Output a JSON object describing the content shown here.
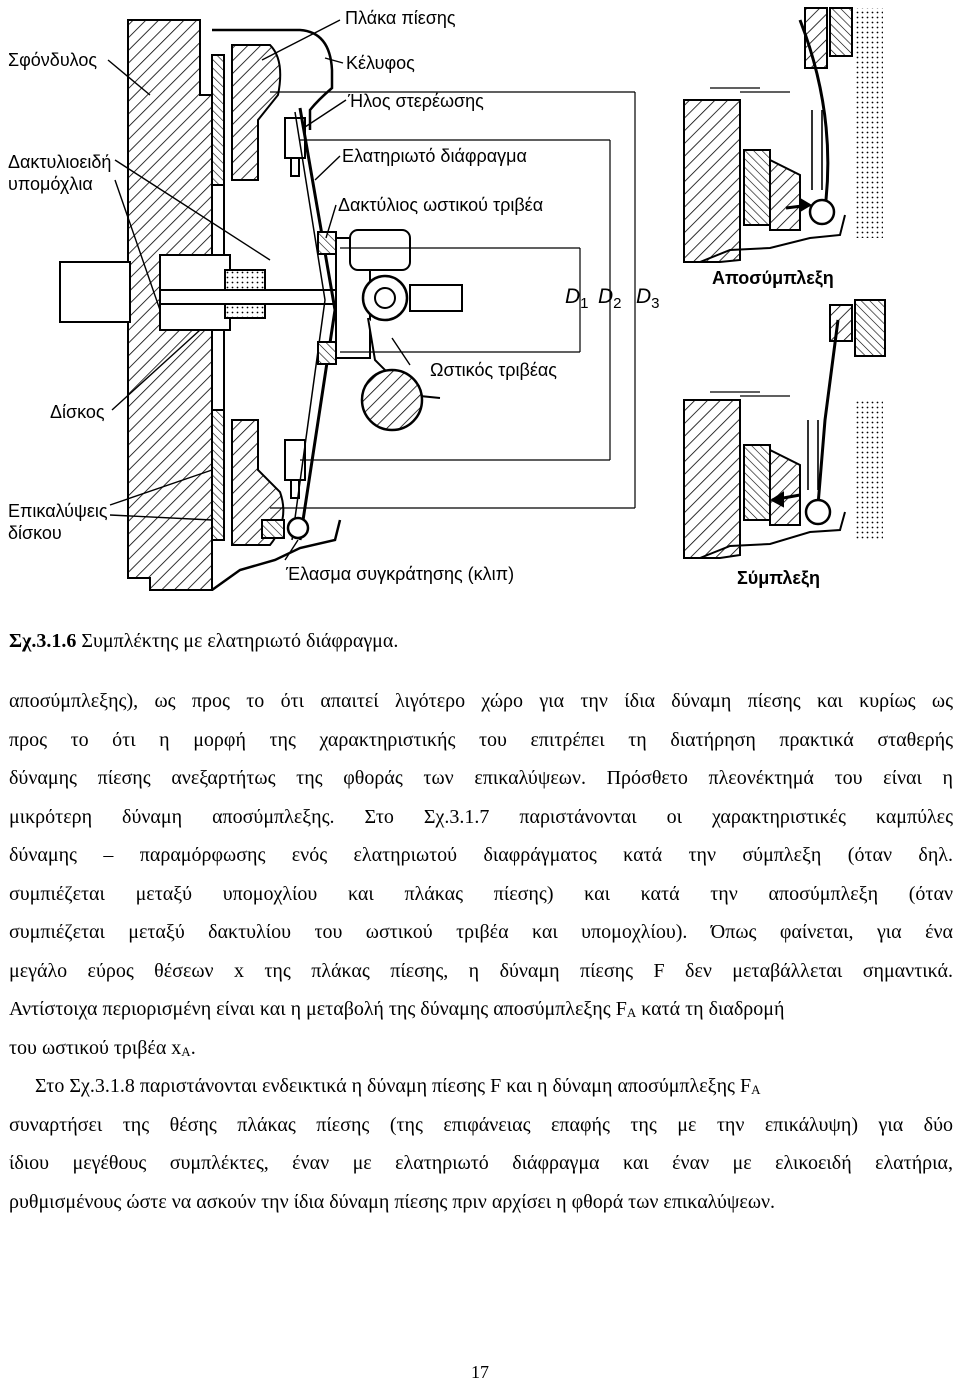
{
  "figure": {
    "labels": {
      "flywheel": "Σφόνδυλος",
      "pressure_plate": "Πλάκα πίεσης",
      "housing": "Κέλυφος",
      "rivet": "Ήλος στερέωσης",
      "diaphragm_spring": "Ελατηριωτό διάφραγμα",
      "thrust_ring": "Δακτύλιος ωστικού τριβέα",
      "fulcrum_rings_line1": "Δακτυλιοειδή",
      "fulcrum_rings_line2": "υπομόχλια",
      "disc": "Δίσκος",
      "linings_line1": "Επικαλύψεις",
      "linings_line2": "δίσκου",
      "release_bearing": "Ωστικός τριβέας",
      "retaining_clip": "Έλασμα συγκράτησης (κλιπ)",
      "disengagement": "Αποσύμπλεξη",
      "engagement": "Σύμπλεξη"
    },
    "dimensions": {
      "d1": "D",
      "d1_sub": "1",
      "d2": "D",
      "d2_sub": "2",
      "d3": "D",
      "d3_sub": "3"
    }
  },
  "caption": {
    "number": "Σχ.3.1.6",
    "text": " Συμπλέκτης με ελατηριωτό διάφραγμα."
  },
  "paragraph1": {
    "line1": "αποσύμπλεξης), ως προς το ότι απαιτεί λιγότερο χώρο για την ίδια δύναμη πίεσης και κυρίως ως",
    "line2": "προς το ότι η μορφή της χαρακτηριστικής του επιτρέπει τη διατήρηση πρακτικά σταθερής",
    "line3": "δύναμης πίεσης ανεξαρτήτως της φθοράς των επικαλύψεων. Πρόσθετο πλεονέκτημά του είναι η",
    "line4": "μικρότερη δύναμη αποσύμπλεξης. Στο Σχ.3.1.7 παριστάνονται οι χαρακτηριστικές καμπύλες",
    "line5": "δύναμης – παραμόρφωσης ενός ελατηριωτού διαφράγματος κατά την σύμπλεξη (όταν δηλ.",
    "line6": "συμπιέζεται μεταξύ υπομοχλίου και πλάκας πίεσης) και κατά την αποσύμπλεξη (όταν",
    "line7": "συμπιέζεται μεταξύ δακτυλίου του ωστικού τριβέα και υπομοχλίου). Όπως φαίνεται, για ένα",
    "line8": "μεγάλο εύρος θέσεων x της πλάκας πίεσης, η δύναμη πίεσης F δεν μεταβάλλεται σημαντικά.",
    "line9_a": "Αντίστοιχα περιορισμένη είναι και η μεταβολή της δύναμης αποσύμπλεξης F",
    "line9_sub": "A",
    "line9_b": " κατά τη διαδρομή",
    "line10_a": "του ωστικού τριβέα x",
    "line10_sub": "A",
    "line10_b": "."
  },
  "paragraph2": {
    "line1_a": "Στο Σχ.3.1.8 παριστάνονται ενδεικτικά η δύναμη πίεσης F και η δύναμη αποσύμπλεξης F",
    "line1_sub": "A",
    "line2": "συναρτήσει της θέσης πλάκας πίεσης (της επιφάνειας επαφής της με την επικάλυψη) για δύο",
    "line3": "ίδιου μεγέθους συμπλέκτες, έναν με ελατηριωτό διάφραγμα και έναν με ελικοειδή ελατήρια,",
    "line4": "ρυθμισμένους ώστε να ασκούν την ίδια δύναμη πίεσης πριν αρχίσει η φθορά των επικαλύψεων."
  },
  "page_number": "17"
}
